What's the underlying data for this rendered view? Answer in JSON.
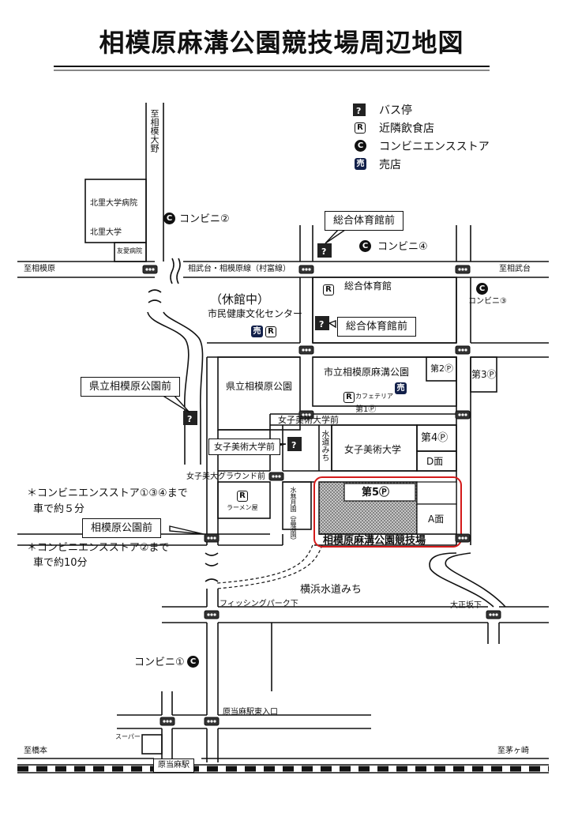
{
  "title": "相模原麻溝公園競技場周辺地図",
  "legend": {
    "bus_stop": "バス停",
    "restaurant": "近隣飲食店",
    "convenience": "コンビニエンスストア",
    "shop": "売店",
    "r_glyph": "R",
    "c_glyph": "C",
    "shop_glyph": "売"
  },
  "directions": {
    "north": "至相模大野",
    "west_top": "至相模原",
    "east_top": "至相武台",
    "west_bottom": "至橋本",
    "east_bottom": "至茅ヶ崎"
  },
  "roads": {
    "main_road": "相武台・相模原線（村富線）",
    "joshibi_mae": "女子美術大学前",
    "yokohama_water": "横浜水道みち",
    "water_road": "水道みち",
    "fishing": "フィッシングパーク下",
    "taisho": "大正坂下",
    "haratouma_east": "原当麻駅東入口"
  },
  "places": {
    "kitasato_hospital": "北里大学病院",
    "kitasato_univ": "北里大学",
    "yuai_hospital": "友愛病院",
    "closed": "（休館中）",
    "health_center": "市民健康文化センター",
    "sagamihara_park": "県立相模原公園",
    "asamizo_park": "市立相模原麻溝公園",
    "cafeteria": "カフェテリア",
    "joshibi_univ": "女子美術大学",
    "joshibi_ground": "女子美大グラウンド前",
    "ramen": "ラーメン屋",
    "mizumuzuki": "水無月園（菖蒲園）",
    "stadium": "相模原麻溝公園競技場",
    "supermarket": "スーパー",
    "station": "原当麻駅",
    "gym": "総合体育館"
  },
  "parking": {
    "p1": "第1Ⓟ",
    "p2": "第2Ⓟ",
    "p3": "第3Ⓟ",
    "p4": "第4Ⓟ",
    "p5": "第5Ⓟ",
    "d_area": "D面",
    "a_area": "A面"
  },
  "bus_stops": {
    "gym_north": "総合体育館前",
    "gym": "総合体育館前",
    "pref_park": "県立相模原公園前",
    "joshibi": "女子美術大学前",
    "park": "相模原公園前"
  },
  "convenience": {
    "c1": "コンビニ①",
    "c2": "コンビニ②",
    "c3": "コンビニ③",
    "c4": "コンビニ④"
  },
  "notes": {
    "n1_line1": "＊コンビニエンスストア①③④まで",
    "n1_line2": "車で約５分",
    "n2_line1": "＊コンビニエンスストア②まで",
    "n2_line2": "車で約10分"
  },
  "colors": {
    "highlight": "#d41a1a",
    "stadium_fill": "#9a9a9a",
    "shop_icon": "#12204a"
  }
}
